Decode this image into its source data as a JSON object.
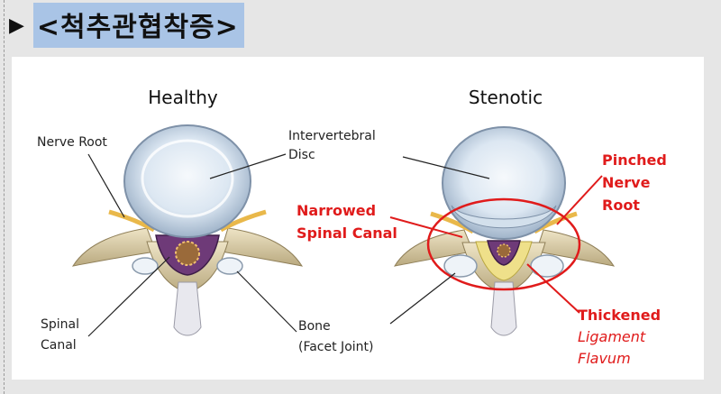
{
  "header": {
    "triangle": "▶",
    "title": "<척추관협착증>"
  },
  "diagram": {
    "healthy": {
      "heading": "Healthy",
      "labels": {
        "nerve_root": "Nerve Root",
        "disc_line1": "Intervertebral",
        "disc_line2": "Disc",
        "spinal_line1": "Spinal",
        "spinal_line2": "Canal",
        "bone_line1": "Bone",
        "bone_line2": "(Facet Joint)"
      }
    },
    "stenotic": {
      "heading": "Stenotic",
      "labels": {
        "pinched_line1": "Pinched",
        "pinched_line2": "Nerve",
        "pinched_line3": "Root",
        "narrowed_line1": "Narrowed",
        "narrowed_line2": "Spinal Canal",
        "thickened_line1": "Thickened",
        "thickened_line2": "Ligament",
        "thickened_line3": "Flavum"
      }
    },
    "colors": {
      "annotation_red": "#e01b1b",
      "disc_blue": "#c9d9ea",
      "bone": "#d8ccab",
      "canal_purple": "#6e3a78"
    }
  }
}
